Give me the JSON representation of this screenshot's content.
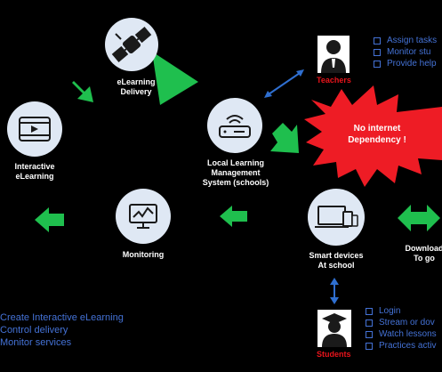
{
  "nodes": {
    "elearning_delivery": "eLearning\nDelivery",
    "interactive_elearning": "Interactive\neLearning",
    "local_lms": "Local Learning\nManagement\nSystem (schools)",
    "monitoring": "Monitoring",
    "smart_devices": "Smart devices\nAt school",
    "download": "Download\nTo go"
  },
  "no_internet": "No internet\nDependency !",
  "teachers": {
    "label": "Teachers",
    "items": [
      "Assign tasks",
      "Monitor stu",
      "Provide help"
    ]
  },
  "students": {
    "label": "Students",
    "items": [
      "Login",
      "Stream or dov",
      "Watch lessons",
      "Practices activ"
    ]
  },
  "left_list": [
    "Create Interactive eLearning",
    "Control delivery",
    "Monitor services"
  ],
  "colors": {
    "arrow_green": "#1fbf4e",
    "link_blue": "#2f6fd0",
    "text_blue": "#4472d6",
    "star_red": "#ee1c25",
    "circle_fill": "#dfe8f4"
  },
  "icons": [
    "satellite-icon",
    "video-player-icon",
    "router-icon",
    "monitor-chart-icon",
    "devices-icon",
    "teacher-icon",
    "student-icon"
  ]
}
